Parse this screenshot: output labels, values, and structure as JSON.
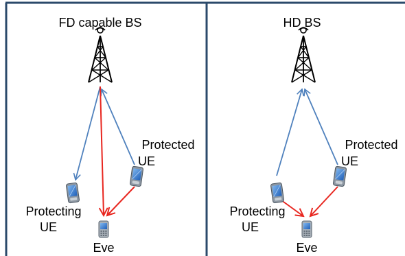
{
  "left_panel": {
    "title": "FD capable BS",
    "protected_label_line1": "Protected",
    "protected_label_line2": "UE",
    "protecting_label_line1": "Protecting",
    "protecting_label_line2": "UE",
    "eve_label": "Eve"
  },
  "right_panel": {
    "title": "HD BS",
    "protected_label_line1": "Protected",
    "protected_label_line2": "UE",
    "protecting_label_line1": "Protecting",
    "protecting_label_line2": "UE",
    "eve_label": "Eve"
  },
  "colors": {
    "frame": "#2b4a6b",
    "legitimate_link": "#4f81bd",
    "jamming_link": "#e8261f",
    "tower": "#000000",
    "phone_body": "#9aa3ad",
    "phone_screen": "#2a6fc9",
    "text": "#000000"
  }
}
